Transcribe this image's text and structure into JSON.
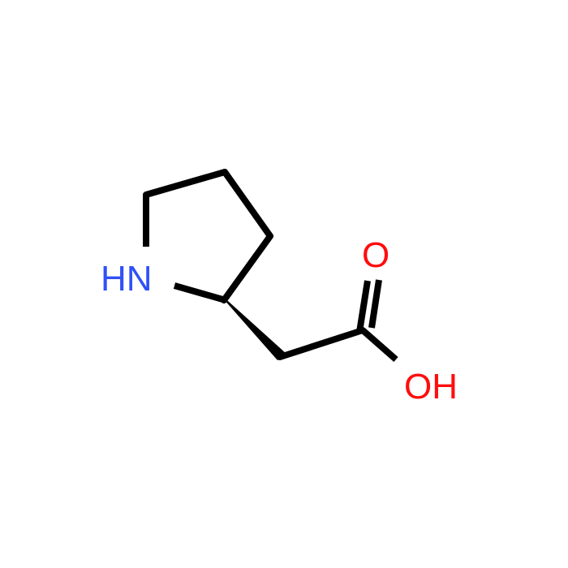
{
  "molecule": {
    "atoms": [
      {
        "id": "N1",
        "element": "N",
        "label": "HN",
        "color": "#3050F8"
      },
      {
        "id": "C2",
        "element": "C",
        "label": ""
      },
      {
        "id": "C3",
        "element": "C",
        "label": ""
      },
      {
        "id": "C4",
        "element": "C",
        "label": ""
      },
      {
        "id": "C5",
        "element": "C",
        "label": ""
      },
      {
        "id": "C6",
        "element": "C",
        "label": ""
      },
      {
        "id": "C7",
        "element": "C",
        "label": ""
      },
      {
        "id": "O8",
        "element": "O",
        "label": "O",
        "color": "#FF0D0D"
      },
      {
        "id": "O9",
        "element": "O",
        "label": "OH",
        "color": "#FF0D0D"
      }
    ],
    "bonds": [
      {
        "from": "N1",
        "to": "C2",
        "order": 1
      },
      {
        "from": "C2",
        "to": "C3",
        "order": 1
      },
      {
        "from": "C3",
        "to": "C4",
        "order": 1
      },
      {
        "from": "C4",
        "to": "C5",
        "order": 1
      },
      {
        "from": "C5",
        "to": "N1",
        "order": 1
      },
      {
        "from": "C2",
        "to": "C6",
        "order": 1,
        "stereo": "wedge"
      },
      {
        "from": "C6",
        "to": "C7",
        "order": 1
      },
      {
        "from": "C7",
        "to": "O8",
        "order": 2
      },
      {
        "from": "C7",
        "to": "O9",
        "order": 1
      }
    ],
    "bond_color": "#000000"
  }
}
